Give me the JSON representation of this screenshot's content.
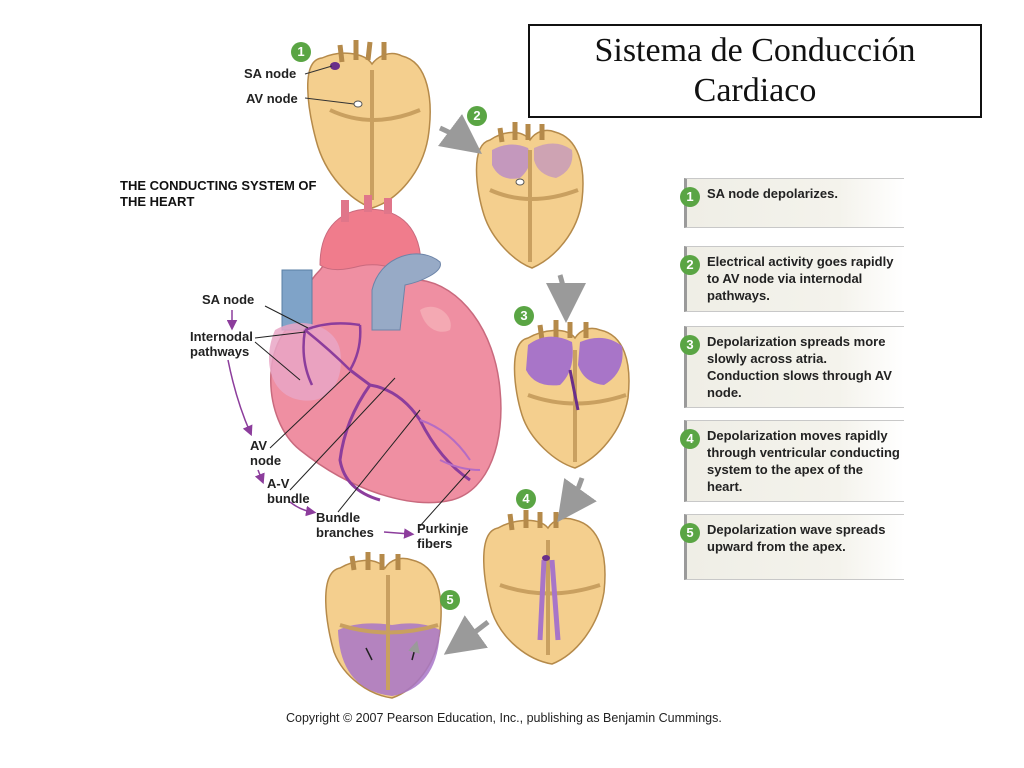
{
  "title": "Sistema de Conducción Cardiaco",
  "diagram_title": "THE CONDUCTING SYSTEM OF THE HEART",
  "top_heart_labels": {
    "sa_node": "SA node",
    "av_node": "AV node"
  },
  "main_heart_labels": {
    "sa_node": "SA node",
    "internodal": "Internodal pathways",
    "av_node": "AV node",
    "av_bundle": "A-V bundle",
    "bundle_branches": "Bundle branches",
    "purkinje": "Purkinje fibers"
  },
  "steps": [
    {
      "number": "1",
      "text": "SA node depolarizes."
    },
    {
      "number": "2",
      "text": "Electrical activity goes rapidly to AV node via internodal pathways."
    },
    {
      "number": "3",
      "text": "Depolarization spreads more slowly across atria. Conduction slows through AV node."
    },
    {
      "number": "4",
      "text": "Depolarization moves rapidly through ventricular conducting system to the apex of the heart."
    },
    {
      "number": "5",
      "text": "Depolarization wave spreads upward from the apex."
    }
  ],
  "heart_badges": [
    "1",
    "2",
    "3",
    "4",
    "5"
  ],
  "copyright": "Copyright © 2007 Pearson Education, Inc., publishing as Benjamin Cummings.",
  "colors": {
    "badge": "#5aa544",
    "heart_tissue": "#f4cf8e",
    "depolarized": "#a875c8",
    "main_heart": "#ef8fa2",
    "vessel_blue": "#8eabc6",
    "pathway_arrow": "#8c3d9c"
  }
}
